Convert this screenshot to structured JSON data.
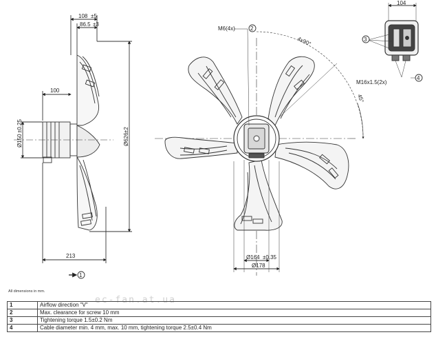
{
  "labels": {
    "side_w1": "108",
    "side_w1_tol": "±5",
    "side_w2": "86.5",
    "side_w2_tol": "±3",
    "side_w3": "100",
    "side_dia": "Ø150",
    "side_dia_tol": "±0.25",
    "fan_dia": "Ø626",
    "fan_dia_tol": "±2",
    "side_total": "213",
    "front_thread": "M6(4x)",
    "front_angle": "4x90°",
    "front_angle2": "45°",
    "front_dia1": "Ø164",
    "front_dia1_tol": "±0.35",
    "front_dia2": "Ø178",
    "box_w": "104",
    "box_thread": "M16x1.5(2x)"
  },
  "callouts": {
    "c1": "1",
    "c2": "2",
    "c3": "3",
    "c4": "4"
  },
  "note": "All dimensions in mm.",
  "watermark": "ec-fan.at.ua",
  "legend": [
    {
      "num": "1",
      "text": "Airflow direction \"V\""
    },
    {
      "num": "2",
      "text": "Max. clearance for screw 10 mm"
    },
    {
      "num": "3",
      "text": "Tightening torque 1.5±0.2 Nm"
    },
    {
      "num": "4",
      "text": "Cable diameter min. 4 mm, max. 10 mm, tightening torque 2.5±0.4 Nm"
    }
  ]
}
